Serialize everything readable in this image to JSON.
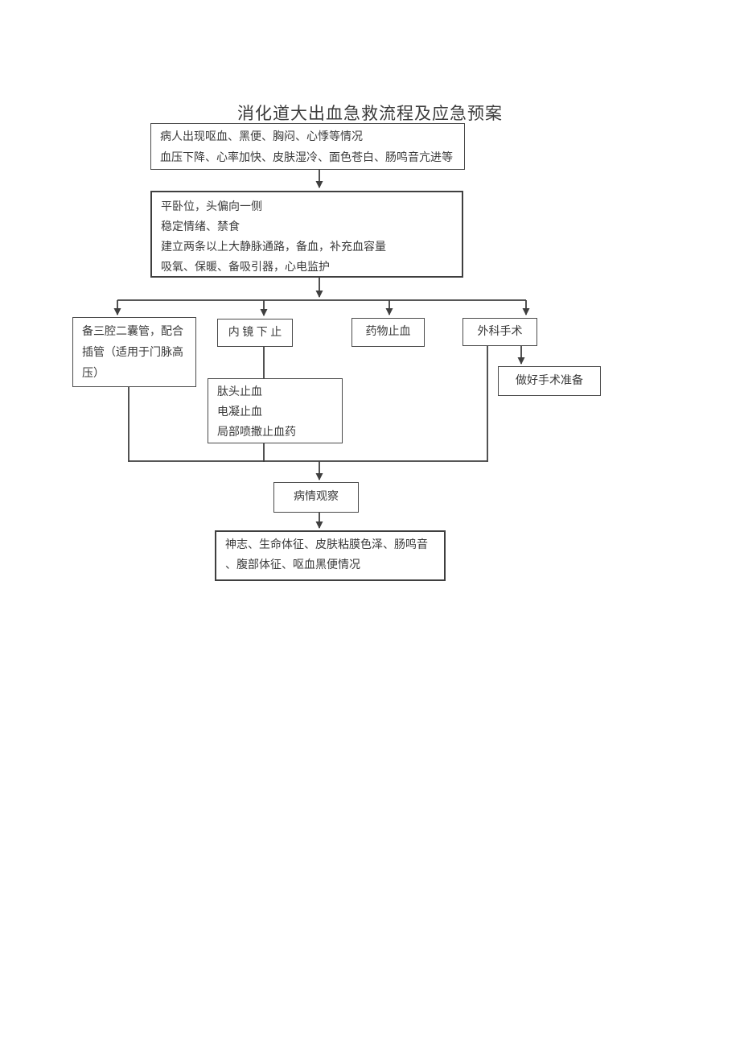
{
  "page": {
    "title": "消化道大出血急救流程及应急预案"
  },
  "flowchart": {
    "nodes": {
      "symptoms": {
        "lines": [
          "病人出现呕血、黑便、胸闷、心悸等情况",
          "血压下降、心率加快、皮肤湿冷、面色苍白、肠鸣音亢进等"
        ]
      },
      "measures": {
        "lines": [
          "平卧位，头偏向一侧",
          "稳定情绪、禁食",
          "建立两条以上大静脉通路，备血，补充血容量",
          "吸氧、保暖、备吸引器，心电监护"
        ]
      },
      "balloon_tube": {
        "lines": [
          "备三腔二囊管，配合",
          "插管（适用于门脉高",
          "压）"
        ]
      },
      "endoscopy": {
        "label": "内 镜 下 止"
      },
      "drug_hemostasis": {
        "label": "药物止血"
      },
      "surgery": {
        "label": "外科手术"
      },
      "surgery_prep": {
        "label": "做好手术准备"
      },
      "endoscopy_methods": {
        "lines": [
          "肽头止血",
          "电凝止血",
          "局部喷撒止血药"
        ]
      },
      "observation": {
        "label": "病情观察"
      },
      "observation_items": {
        "lines": [
          "神志、生命体征、皮肤粘膜色泽、肠鸣音",
          "、腹部体征、呕血黑便情况"
        ]
      }
    },
    "colors": {
      "line": "#3f3f3f",
      "text": "#3a3a3a",
      "background": "#ffffff"
    }
  }
}
